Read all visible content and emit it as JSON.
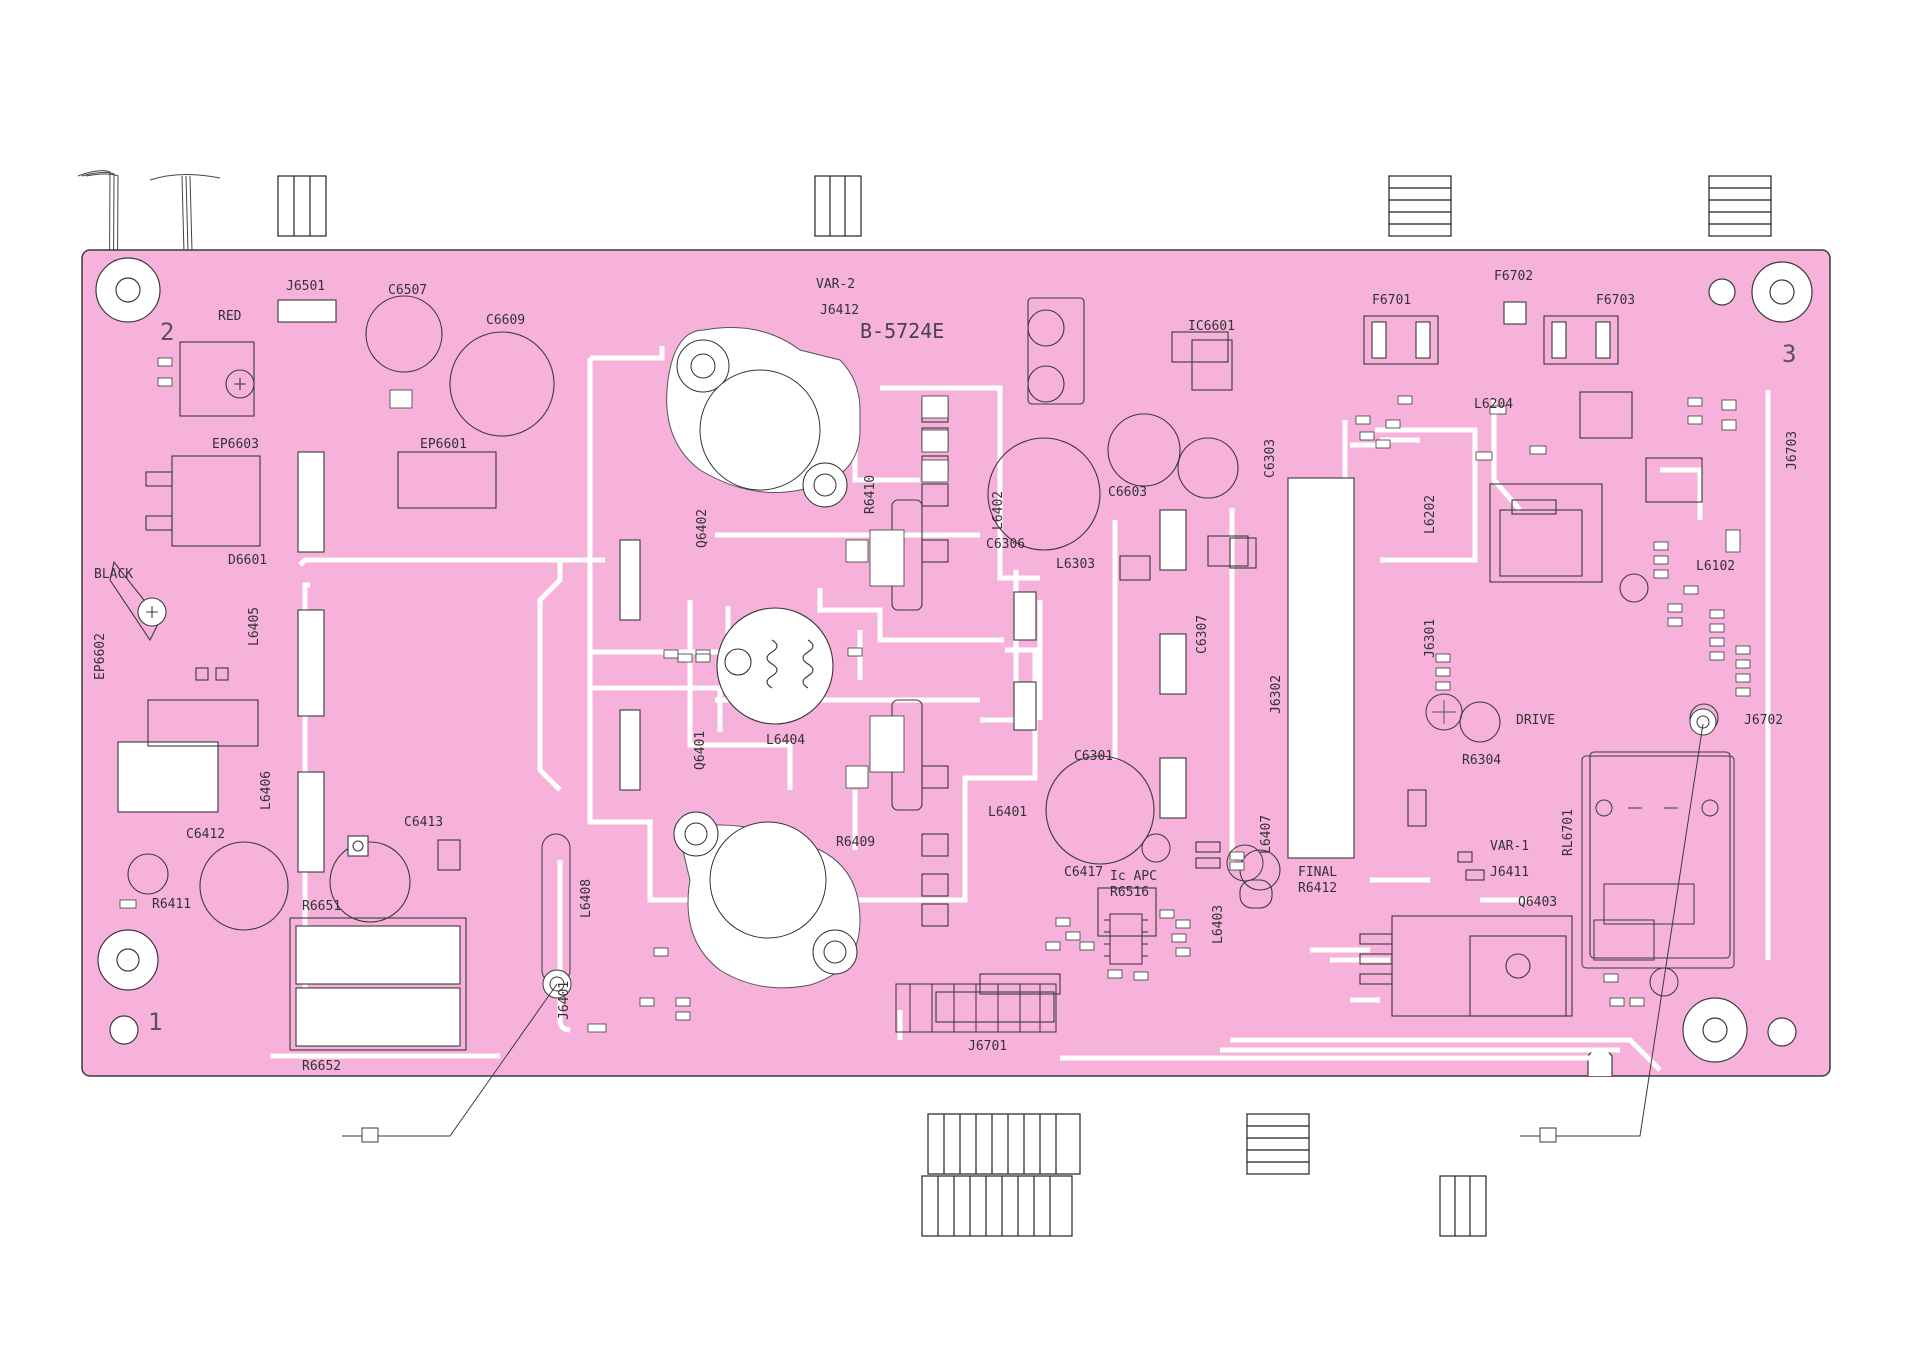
{
  "board": {
    "name": "B-5724E",
    "corner_numbers": [
      "1",
      "2",
      "3"
    ],
    "wire_labels": {
      "red": "RED",
      "black": "BLACK"
    },
    "colors": {
      "board_fill": "#f7b2dc",
      "trace": "#ffffff",
      "outline": "#3a3a3a",
      "background": "#ffffff"
    },
    "silkscreen": {
      "J6501": "J6501",
      "C6507": "C6507",
      "C6609": "C6609",
      "EP6603": "EP6603",
      "EP6601": "EP6601",
      "D6601": "D6601",
      "EP6602": "EP6602",
      "L6405": "L6405",
      "L6406": "L6406",
      "C6412": "C6412",
      "R6411": "R6411",
      "C6413": "C6413",
      "R6651": "R6651",
      "R6652": "R6652",
      "VAR2": "VAR-2",
      "J6412": "J6412",
      "Q6402": "Q6402",
      "R6410": "R6410",
      "L6402": "L6402",
      "C6306": "C6306",
      "L6303": "L6303",
      "L6404": "L6404",
      "Q6401": "Q6401",
      "R6409": "R6409",
      "L6401": "L6401",
      "L6408": "L6408",
      "J6401": "J6401",
      "C6603": "C6603",
      "C6303": "C6303",
      "IC6601": "IC6601",
      "C6307": "C6307",
      "J6302": "J6302",
      "C6301": "C6301",
      "L6407": "L6407",
      "C6417": "C6417",
      "ICAPC": "Ic APC",
      "R6516": "R6516",
      "L6403": "L6403",
      "FINAL": "FINAL",
      "R6412": "R6412",
      "J6701": "J6701",
      "F6701": "F6701",
      "F6702": "F6702",
      "F6703": "F6703",
      "L6204": "L6204",
      "J6703": "J6703",
      "L6202": "L6202",
      "J6301": "J6301",
      "L6102": "L6102",
      "DRIVE": "DRIVE",
      "R6304": "R6304",
      "J6702": "J6702",
      "VAR1": "VAR-1",
      "J6411": "J6411",
      "RL6701": "RL6701",
      "Q6403": "Q6403"
    }
  }
}
